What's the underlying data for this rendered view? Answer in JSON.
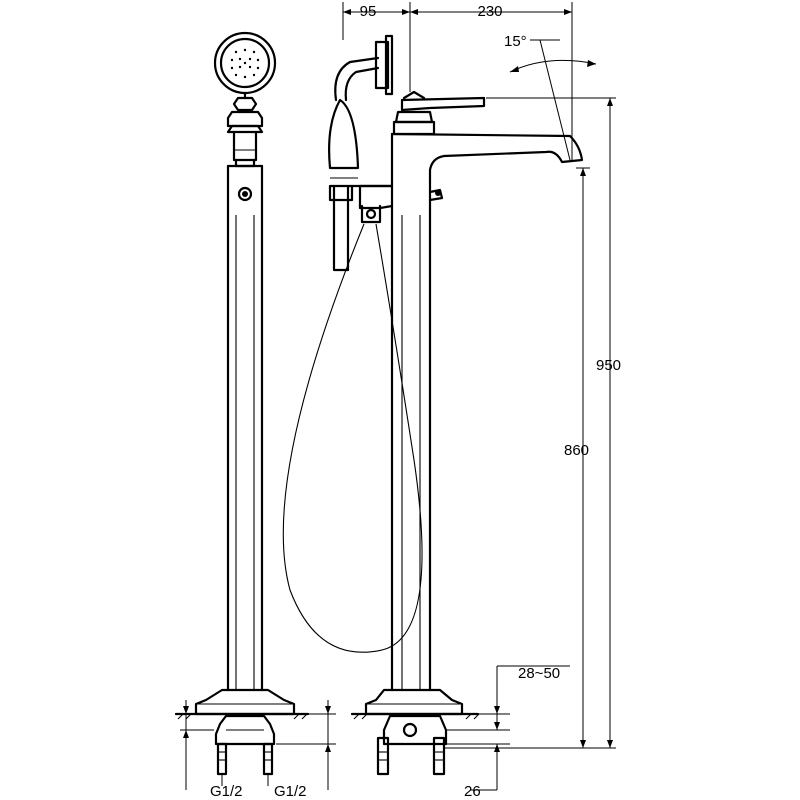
{
  "dimensions": {
    "width_left": "95",
    "width_right": "230",
    "angle": "15°",
    "total_height": "950",
    "spout_height": "860",
    "floor_range": "28~50",
    "base_offset": "26",
    "thread_left": "G1/2",
    "thread_right": "G1/2"
  }
}
